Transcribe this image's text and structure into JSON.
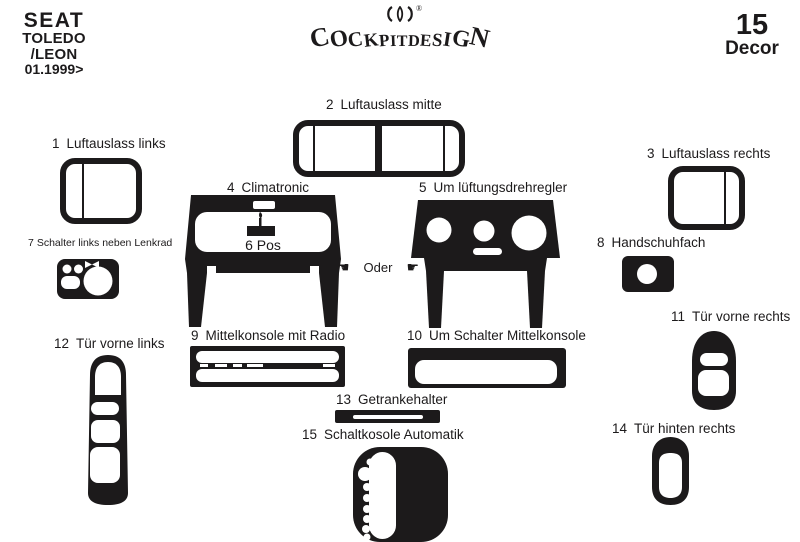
{
  "colors": {
    "ink": "#1c1a1b",
    "paper": "#ffffff"
  },
  "header": {
    "brand_line1": "SEAT",
    "brand_line2": "TOLEDO /LEON",
    "brand_line3": "01.1999>",
    "logo_text": "COCKPITDESIGN",
    "registered_mark": "®",
    "decor_number": "15",
    "decor_label": "Decor"
  },
  "connector": {
    "left_hand": "☚",
    "label": "Oder",
    "right_hand": "☛"
  },
  "parts": {
    "p1": {
      "num": "1",
      "label": "Luftauslass links"
    },
    "p2": {
      "num": "2",
      "label": "Luftauslass mitte"
    },
    "p3": {
      "num": "3",
      "label": "Luftauslass rechts"
    },
    "p4": {
      "num": "4",
      "label": "Climatronic",
      "sublabel": "6 Pos"
    },
    "p5": {
      "num": "5",
      "label": "Um lüftungsdrehregler"
    },
    "p7": {
      "num": "7",
      "label": "Schalter links neben Lenkrad"
    },
    "p8": {
      "num": "8",
      "label": "Handschuhfach"
    },
    "p9": {
      "num": "9",
      "label": "Mittelkonsole mit Radio"
    },
    "p10": {
      "num": "10",
      "label": "Um Schalter Mittelkonsole"
    },
    "p11": {
      "num": "11",
      "label": "Tür vorne rechts"
    },
    "p12": {
      "num": "12",
      "label": "Tür vorne links"
    },
    "p13": {
      "num": "13",
      "label": "Getrankehalter"
    },
    "p14": {
      "num": "14",
      "label": "Tür hinten rechts"
    },
    "p15": {
      "num": "15",
      "label": "Schaltkosole  Automatik"
    }
  }
}
